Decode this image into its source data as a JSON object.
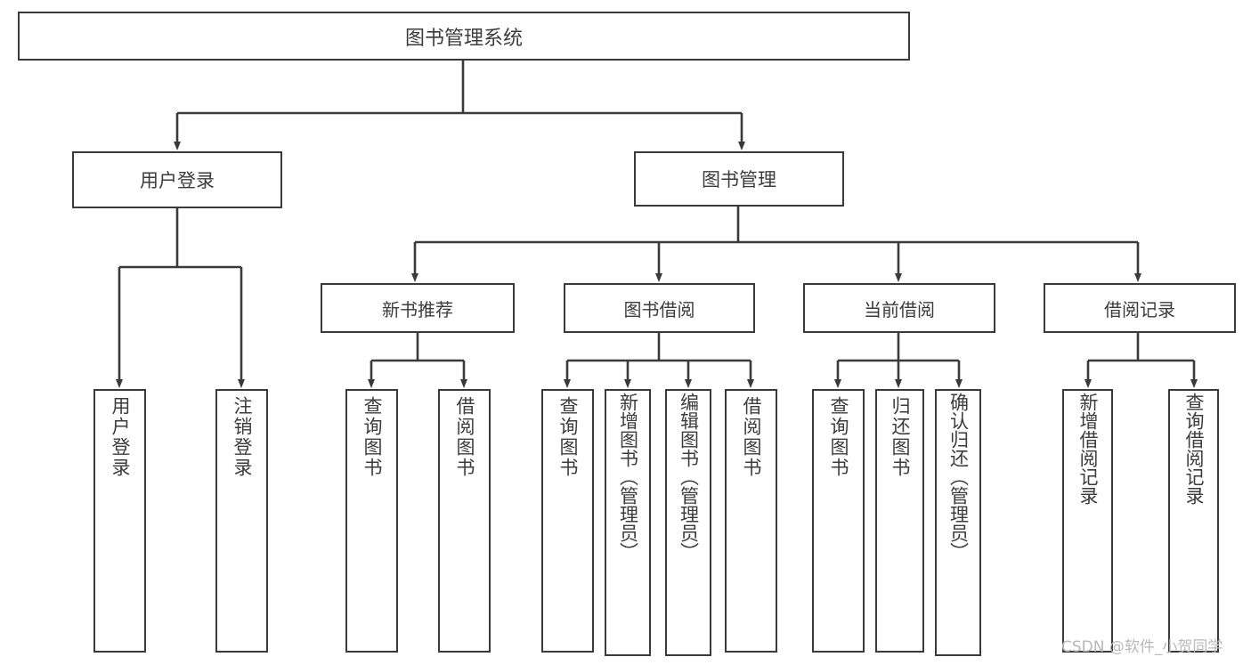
{
  "diagram": {
    "title": "图书管理系统",
    "type": "tree-hierarchy",
    "watermark": "CSDN @软件_小贺同学",
    "colors": {
      "stroke": "#3a3a3a",
      "text": "#3c3c3c",
      "background": "#ffffff",
      "watermark": "#b9b9b9"
    },
    "nodes": {
      "root": {
        "label": "图书管理系统"
      },
      "level2": [
        {
          "label": "用户登录"
        },
        {
          "label": "图书管理"
        }
      ],
      "level3": [
        {
          "label": "新书推荐"
        },
        {
          "label": "图书借阅"
        },
        {
          "label": "当前借阅"
        },
        {
          "label": "借阅记录"
        }
      ],
      "leaves": {
        "user_login": [
          {
            "label": "用户登录"
          },
          {
            "label": "注销登录"
          }
        ],
        "new_book": [
          {
            "label": "查询图书"
          },
          {
            "label": "借阅图书"
          }
        ],
        "book_borrow": [
          {
            "label": "查询图书"
          },
          {
            "label": "新增图书（管理员）"
          },
          {
            "label": "编辑图书（管理员）"
          },
          {
            "label": "借阅图书"
          }
        ],
        "current_borrow": [
          {
            "label": "查询图书"
          },
          {
            "label": "归还图书"
          },
          {
            "label": "确认归还（管理员）"
          }
        ],
        "borrow_record": [
          {
            "label": "新增借阅记录"
          },
          {
            "label": "查询借阅记录"
          }
        ]
      }
    }
  }
}
